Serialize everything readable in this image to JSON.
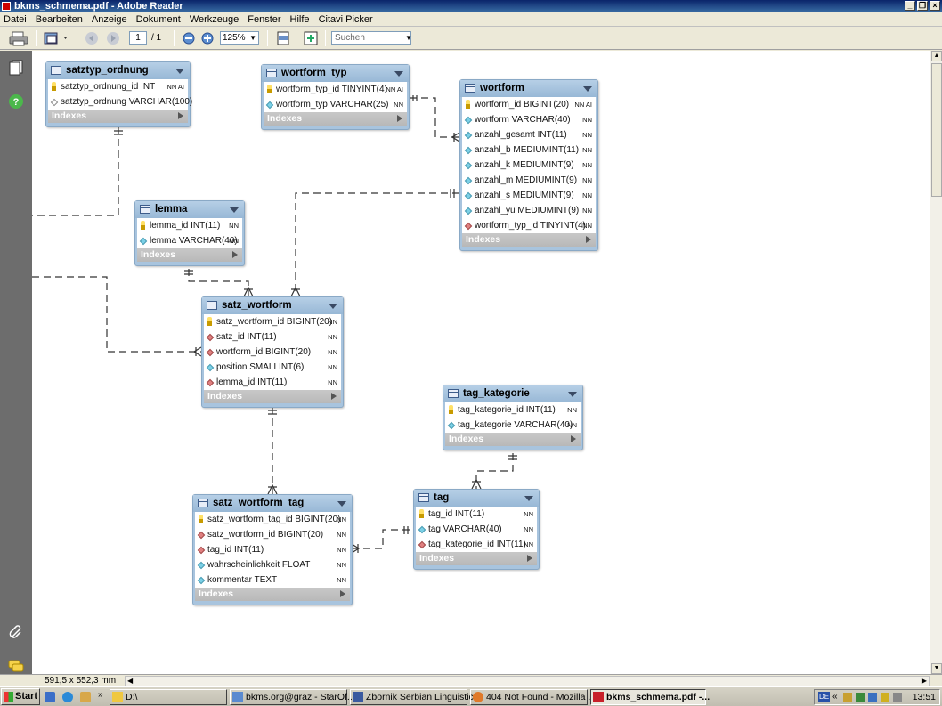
{
  "window": {
    "title": "bkms_schmema.pdf - Adobe Reader"
  },
  "menu": [
    "Datei",
    "Bearbeiten",
    "Anzeige",
    "Dokument",
    "Werkzeuge",
    "Fenster",
    "Hilfe",
    "Citavi Picker"
  ],
  "toolbar": {
    "page_current": "1",
    "page_total": "/ 1",
    "zoom": "125%",
    "search_placeholder": "Suchen"
  },
  "status": {
    "page_size": "591,5 x 552,3 mm"
  },
  "tables": {
    "satztyp_ordnung": {
      "name": "satztyp_ordnung",
      "indexes": "Indexes",
      "cols": [
        {
          "text": "satztyp_ordnung_id INT",
          "flags": "NN AI",
          "key": "pk"
        },
        {
          "text": "satztyp_ordnung VARCHAR(100)",
          "flags": "",
          "key": "ie"
        }
      ]
    },
    "wortform_typ": {
      "name": "wortform_typ",
      "indexes": "Indexes",
      "cols": [
        {
          "text": "wortform_typ_id TINYINT(4)",
          "flags": "NN AI",
          "key": "pk"
        },
        {
          "text": "wortform_typ VARCHAR(25)",
          "flags": "NN",
          "key": "dm"
        }
      ]
    },
    "wortform": {
      "name": "wortform",
      "indexes": "Indexes",
      "cols": [
        {
          "text": "wortform_id BIGINT(20)",
          "flags": "NN AI",
          "key": "pk"
        },
        {
          "text": "wortform VARCHAR(40)",
          "flags": "NN",
          "key": "dm"
        },
        {
          "text": "anzahl_gesamt INT(11)",
          "flags": "NN",
          "key": "dm"
        },
        {
          "text": "anzahl_b MEDIUMINT(11)",
          "flags": "NN",
          "key": "dm"
        },
        {
          "text": "anzahl_k MEDIUMINT(9)",
          "flags": "NN",
          "key": "dm"
        },
        {
          "text": "anzahl_m MEDIUMINT(9)",
          "flags": "NN",
          "key": "dm"
        },
        {
          "text": "anzahl_s MEDIUMINT(9)",
          "flags": "NN",
          "key": "dm"
        },
        {
          "text": "anzahl_yu MEDIUMINT(9)",
          "flags": "NN",
          "key": "dm"
        },
        {
          "text": "wortform_typ_id TINYINT(4)",
          "flags": "NN",
          "key": "fk"
        }
      ]
    },
    "lemma": {
      "name": "lemma",
      "indexes": "Indexes",
      "cols": [
        {
          "text": "lemma_id INT(11)",
          "flags": "NN",
          "key": "pk"
        },
        {
          "text": "lemma VARCHAR(40)",
          "flags": "NN",
          "key": "dm"
        }
      ]
    },
    "satz_wortform": {
      "name": "satz_wortform",
      "indexes": "Indexes",
      "cols": [
        {
          "text": "satz_wortform_id BIGINT(20)",
          "flags": "NN",
          "key": "pk"
        },
        {
          "text": "satz_id INT(11)",
          "flags": "NN",
          "key": "fk"
        },
        {
          "text": "wortform_id BIGINT(20)",
          "flags": "NN",
          "key": "fk"
        },
        {
          "text": "position SMALLINT(6)",
          "flags": "NN",
          "key": "dm"
        },
        {
          "text": "lemma_id INT(11)",
          "flags": "NN",
          "key": "fk"
        }
      ]
    },
    "tag_kategorie": {
      "name": "tag_kategorie",
      "indexes": "Indexes",
      "cols": [
        {
          "text": "tag_kategorie_id INT(11)",
          "flags": "NN",
          "key": "pk"
        },
        {
          "text": "tag_kategorie VARCHAR(40)",
          "flags": "NN",
          "key": "dm"
        }
      ]
    },
    "tag": {
      "name": "tag",
      "indexes": "Indexes",
      "cols": [
        {
          "text": "tag_id INT(11)",
          "flags": "NN",
          "key": "pk"
        },
        {
          "text": "tag VARCHAR(40)",
          "flags": "NN",
          "key": "dm"
        },
        {
          "text": "tag_kategorie_id INT(11)",
          "flags": "NN",
          "key": "fk"
        }
      ]
    },
    "satz_wortform_tag": {
      "name": "satz_wortform_tag",
      "indexes": "Indexes",
      "cols": [
        {
          "text": "satz_wortform_tag_id BIGINT(20)",
          "flags": "NN",
          "key": "pk"
        },
        {
          "text": "satz_wortform_id BIGINT(20)",
          "flags": "NN",
          "key": "fk"
        },
        {
          "text": "tag_id INT(11)",
          "flags": "NN",
          "key": "fk"
        },
        {
          "text": "wahrscheinlichkeit FLOAT",
          "flags": "NN",
          "key": "dm"
        },
        {
          "text": "kommentar TEXT",
          "flags": "NN",
          "key": "dm"
        }
      ]
    }
  },
  "taskbar": {
    "start": "Start",
    "quick_label": "D:\\",
    "tasks": [
      "bkms.org@graz - StarOf...",
      "Zbornik Serbian Linguistic...",
      "404 Not Found - Mozilla ...",
      "bkms_schmema.pdf -..."
    ],
    "lang": "DE",
    "clock": "13:51"
  }
}
